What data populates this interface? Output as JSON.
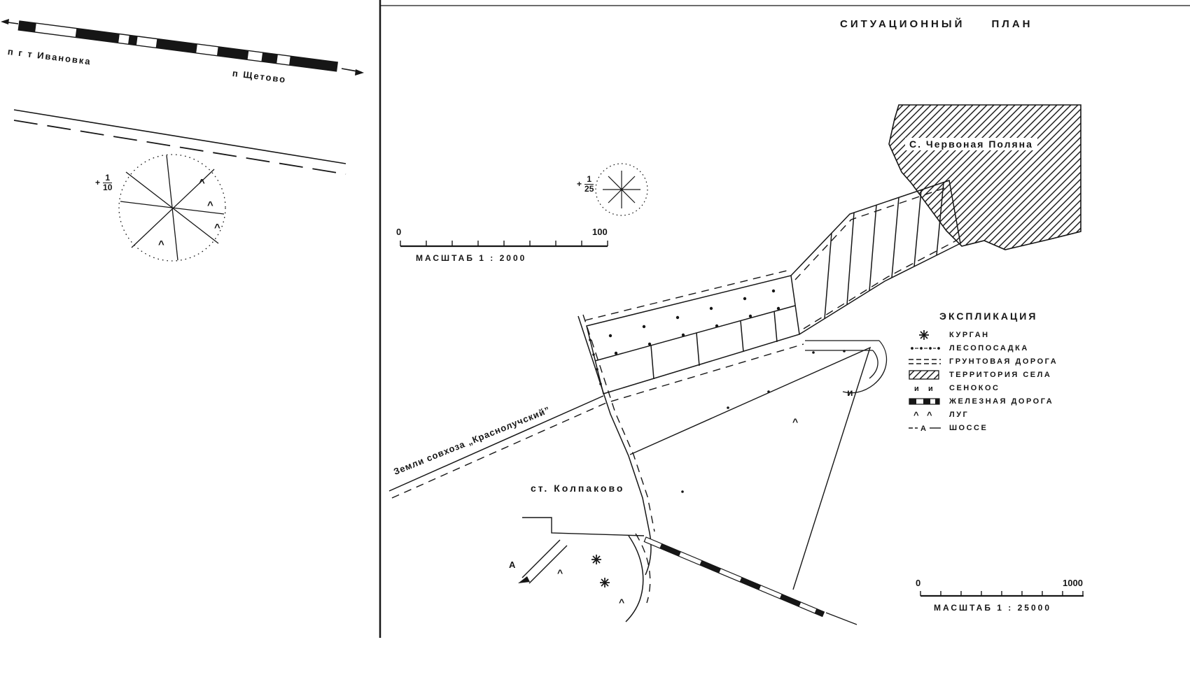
{
  "marks": {
    "meadow": "^",
    "hayfield": "и",
    "plus": "+"
  },
  "left_map": {
    "railway_label_left": "п г т Ивановка",
    "railway_label_right": "п Щетово",
    "wind_rose": {
      "numerator": "1",
      "denominator": "10"
    }
  },
  "right_map": {
    "title": "СИТУАЦИОННЫЙ ПЛАН",
    "village_label": "С. Червоная Поляна",
    "wind_rose": {
      "numerator": "1",
      "denominator": "25"
    },
    "scale_upper": {
      "start_label": "0",
      "end_label": "100",
      "caption": "МАСШТАБ 1 : 2000"
    },
    "scale_lower": {
      "start_label": "0",
      "end_label": "1000",
      "caption": "МАСШТАБ 1 : 25000"
    },
    "sovkhoz_label": "Земли совхоза „Краснолучский”",
    "station_label": "ст. Колпаково",
    "highway_letter": "А",
    "legend": {
      "title": "ЭКСПЛИКАЦИЯ",
      "items": [
        {
          "symbol": "kurgan-icon",
          "label": "КУРГАН"
        },
        {
          "symbol": "forest-belt-icon",
          "label": "ЛЕСОПОСАДКА"
        },
        {
          "symbol": "dirt-road-icon",
          "label": "ГРУНТОВАЯ ДОРОГА"
        },
        {
          "symbol": "village-territory-icon",
          "label": "ТЕРРИТОРИЯ СЕЛА"
        },
        {
          "symbol": "hayfield-icon",
          "label": "СЕНОКОС"
        },
        {
          "symbol": "railway-icon",
          "label": "ЖЕЛЕЗНАЯ ДОРОГА"
        },
        {
          "symbol": "meadow-icon",
          "label": "ЛУГ"
        },
        {
          "symbol": "highway-icon",
          "label": "ШОССЕ"
        }
      ]
    }
  }
}
